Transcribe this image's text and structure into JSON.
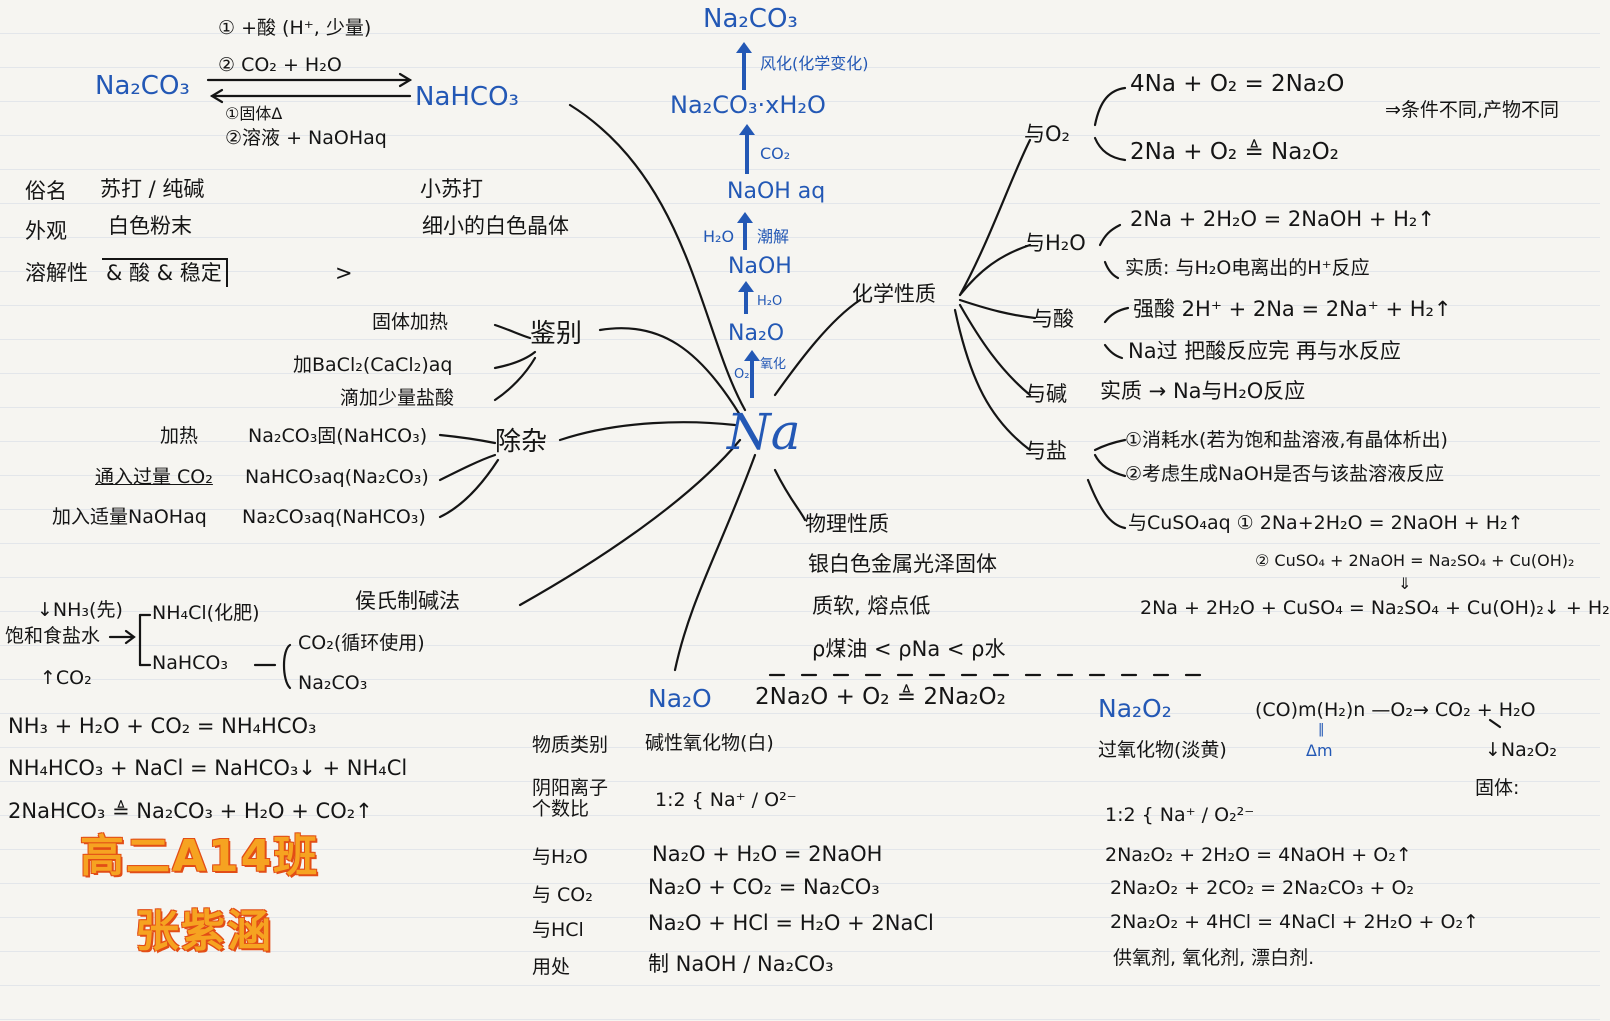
{
  "center": {
    "label": "Na"
  },
  "vertical_chain": {
    "top": "Na₂CO₃",
    "step1": "风化(化学变化)",
    "hydrate": "Na₂CO₃·xH₂O",
    "step2": "CO₂",
    "naoh_aq": "NaOH aq",
    "step3_left": "H₂O",
    "step3_right": "潮解",
    "naoh": "NaOH",
    "step4": "H₂O",
    "na2o": "Na₂O",
    "step5a": "O₂",
    "step5b": "氧化"
  },
  "conversion": {
    "left": "Na₂CO₃",
    "right": "NaHCO₃",
    "up1": "① +酸 (H⁺, 少量)",
    "up2": "② CO₂ + H₂O",
    "down1": "①固体Δ",
    "down2": "②溶液 + NaOHaq"
  },
  "comparison": {
    "rows": [
      {
        "label": "俗名",
        "left": "苏打 / 纯碱",
        "right": "小苏打"
      },
      {
        "label": "外观",
        "left": "白色粉末",
        "right": "细小的白色晶体"
      },
      {
        "label": "溶解性",
        "left": "& 酸 & 稳定",
        "right": ">"
      }
    ]
  },
  "identify": {
    "title": "鉴别",
    "items": [
      "固体加热",
      "加BaCl₂(CaCl₂)aq",
      "滴加少量盐酸"
    ]
  },
  "purify": {
    "title": "除杂",
    "items": [
      {
        "method": "加热",
        "target": "Na₂CO₃固(NaHCO₃)"
      },
      {
        "method": "通入过量 CO₂",
        "target": "NaHCO₃aq(Na₂CO₃)"
      },
      {
        "method": "加入适量NaOHaq",
        "target": "Na₂CO₃aq(NaHCO₃)"
      }
    ]
  },
  "hou_process": {
    "title": "侯氏制碱法",
    "nh3": "↓NH₃(先)",
    "brine": "饱和食盐水",
    "co2_in": "↑CO₂",
    "nh4cl": "NH₄Cl(化肥)",
    "nahco3": "NaHCO₃",
    "co2_recycle": "CO₂(循环使用)",
    "na2co3": "Na₂CO₃",
    "eq1": "NH₃ + H₂O + CO₂ = NH₄HCO₃",
    "eq2": "NH₄HCO₃ + NaCl = NaHCO₃↓ + NH₄Cl",
    "eq3": "2NaHCO₃ ≜ Na₂CO₃ + H₂O + CO₂↑"
  },
  "chemical": {
    "title": "化学性质",
    "o2_label": "与O₂",
    "o2_eq1": "4Na + O₂ = 2Na₂O",
    "o2_eq2": "2Na + O₂ ≜ Na₂O₂",
    "o2_note": "⇒条件不同,产物不同",
    "h2o_label": "与H₂O",
    "h2o_eq": "2Na + 2H₂O = 2NaOH + H₂↑",
    "h2o_note": "实质: 与H₂O电离出的H⁺反应",
    "acid_label": "与酸",
    "acid_eq": "强酸  2H⁺ + 2Na = 2Na⁺ + H₂↑",
    "acid_note": "Na过  把酸反应完 再与水反应",
    "base_label": "与碱",
    "base_note": "实质 → Na与H₂O反应",
    "salt_label": "与盐",
    "salt_note1": "①消耗水(若为饱和盐溶液,有晶体析出)",
    "salt_note2": "②考虑生成NaOH是否与该盐溶液反应",
    "cuso4_eq1": "与CuSO₄aq ① 2Na+2H₂O = 2NaOH + H₂↑",
    "cuso4_eq2": "② CuSO₄ + 2NaOH = Na₂SO₄ + Cu(OH)₂",
    "cuso4_arrow": "⇓",
    "cuso4_total": "2Na + 2H₂O + CuSO₄ = Na₂SO₄ + Cu(OH)₂↓ + H₂"
  },
  "physical": {
    "title": "物理性质",
    "l1": "银白色金属光泽固体",
    "l2": "质软, 熔点低",
    "l3": "ρ煤油 < ρNa < ρ水"
  },
  "na2o": {
    "title": "Na₂O",
    "conv": "2Na₂O + O₂ ≜ 2Na₂O₂",
    "rows": [
      {
        "label": "物质类别",
        "value": "碱性氧化物(白)"
      },
      {
        "label": "阴阳离子\n个数比",
        "value": "1:2  { Na⁺ / O²⁻"
      },
      {
        "label": "与H₂O",
        "value": "Na₂O + H₂O = 2NaOH"
      },
      {
        "label": "与 CO₂",
        "value": "Na₂O + CO₂ = Na₂CO₃"
      },
      {
        "label": "与HCl",
        "value": "Na₂O + HCl = H₂O + 2NaCl"
      },
      {
        "label": "用处",
        "value": "制 NaOH / Na₂CO₃"
      }
    ]
  },
  "na2o2": {
    "title": "Na₂O₂",
    "type": "过氧化物(淡黄)",
    "ratio": "1:2  { Na⁺ / O₂²⁻",
    "combustion": "(CO)m(H₂)n  —O₂→  CO₂ + H₂O",
    "dm": "Δm",
    "eq_sign": "‖",
    "na2o2_down": "↓Na₂O₂",
    "solid": "固体:",
    "eq1": "2Na₂O₂ + 2H₂O = 4NaOH + O₂↑",
    "eq2": "2Na₂O₂ + 2CO₂ = 2Na₂CO₃ + O₂",
    "eq3": "2Na₂O₂ + 4HCl = 4NaCl + 2H₂O + O₂↑",
    "uses": "供氧剂, 氧化剂, 漂白剂."
  },
  "watermark": {
    "line1": "高二A14班",
    "line2": "张紫涵"
  },
  "colors": {
    "ink": "#151515",
    "blue": "#2358b5",
    "orange": "#f6a321",
    "orange_edge": "#e24d16"
  }
}
